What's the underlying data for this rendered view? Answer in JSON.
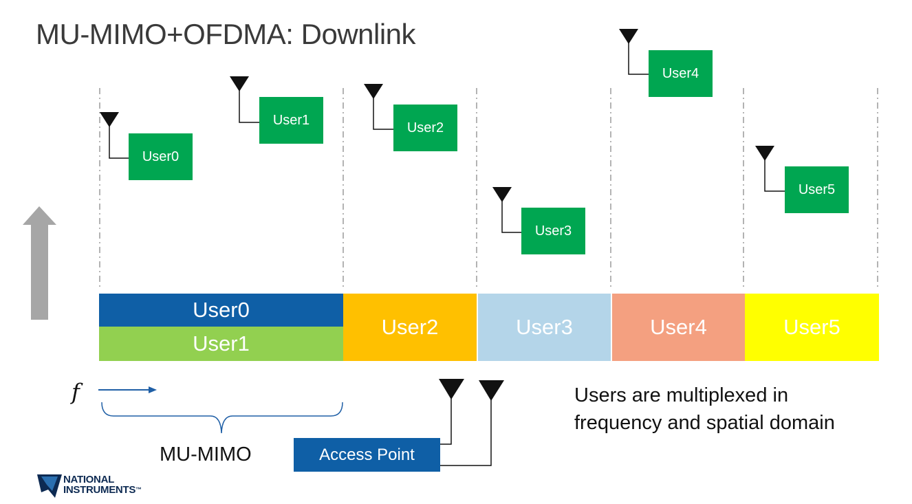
{
  "title": "MU-MIMO+OFDMA: Downlink",
  "users": [
    {
      "label": "User0"
    },
    {
      "label": "User1"
    },
    {
      "label": "User2"
    },
    {
      "label": "User3"
    },
    {
      "label": "User4"
    },
    {
      "label": "User5"
    }
  ],
  "bands": {
    "user0": "User0",
    "user1": "User1",
    "user2": "User2",
    "user3": "User3",
    "user4": "User4",
    "user5": "User5"
  },
  "colors": {
    "user_box": "#00a651",
    "user0_band": "#0f5fa6",
    "user1_band": "#92d050",
    "user2_band": "#ffc000",
    "user3_band": "#b4d5e9",
    "user4_band": "#f4a080",
    "user5_band": "#ffff00",
    "access_point": "#0f5fa6",
    "up_arrow": "#a6a6a6",
    "freq_arrow": "#1f5fa6"
  },
  "freq_symbol": "f",
  "mu_mimo_label": "MU-MIMO",
  "access_point_label": "Access Point",
  "caption_lines": [
    "Users are multiplexed in",
    "frequency and spatial domain"
  ],
  "logo": {
    "line1": "NATIONAL",
    "line2": "INSTRUMENTS",
    "trademark": "™"
  }
}
